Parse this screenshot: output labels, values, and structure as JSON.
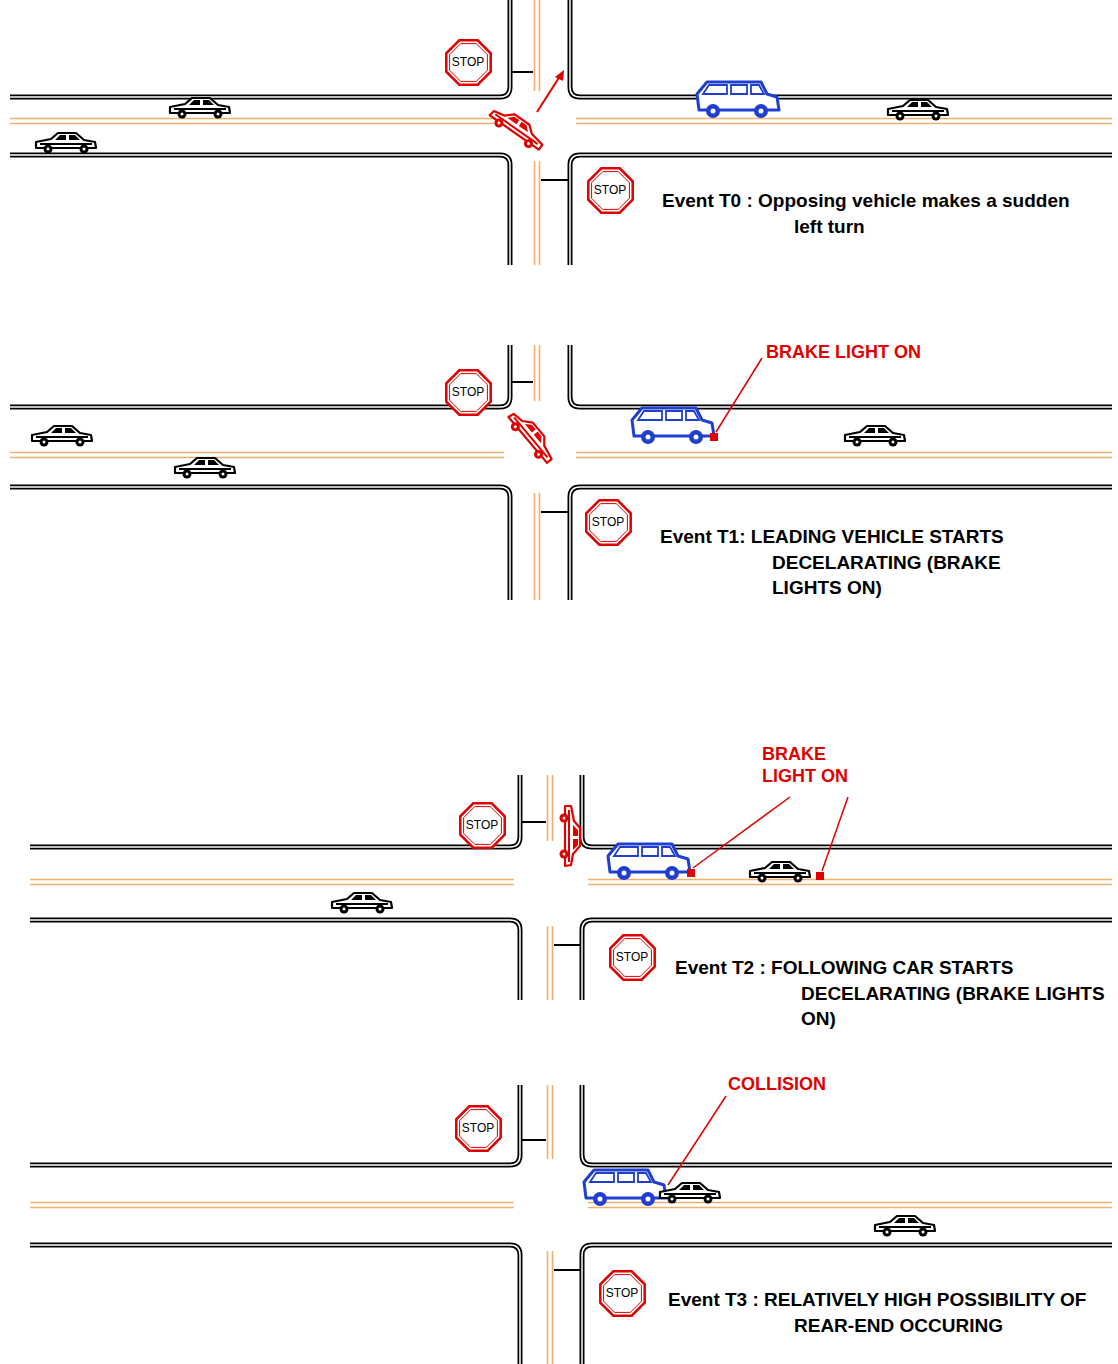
{
  "diagram": {
    "nodes": [
      {
        "text": [
          "STOP"
        ]
      },
      {
        "text": [
          "STOP"
        ]
      },
      {
        "text": [
          "STOP"
        ]
      },
      {
        "text": [
          "STOP"
        ]
      },
      {
        "text": [
          "STOP"
        ]
      },
      {
        "text": [
          "STOP"
        ]
      },
      {
        "text": [
          "STOP"
        ]
      },
      {
        "text": [
          "STOP"
        ]
      }
    ],
    "labels": [
      "Event T0 : Opposing vehicle makes a sudden left turn",
      "BRAKE LIGHT ON",
      "Event T1: LEADING VEHICLE STARTS DECELARATING (BRAKE LIGHTS ON)",
      "BRAKE LIGHT ON",
      "Event T2 : FOLLOWING CAR STARTS DECELARATING (BRAKE LIGHTS ON)",
      "COLLISION",
      "Event T3 : RELATIVELY HIGH POSSIBILITY OF REAR-END OCCURING"
    ]
  }
}
